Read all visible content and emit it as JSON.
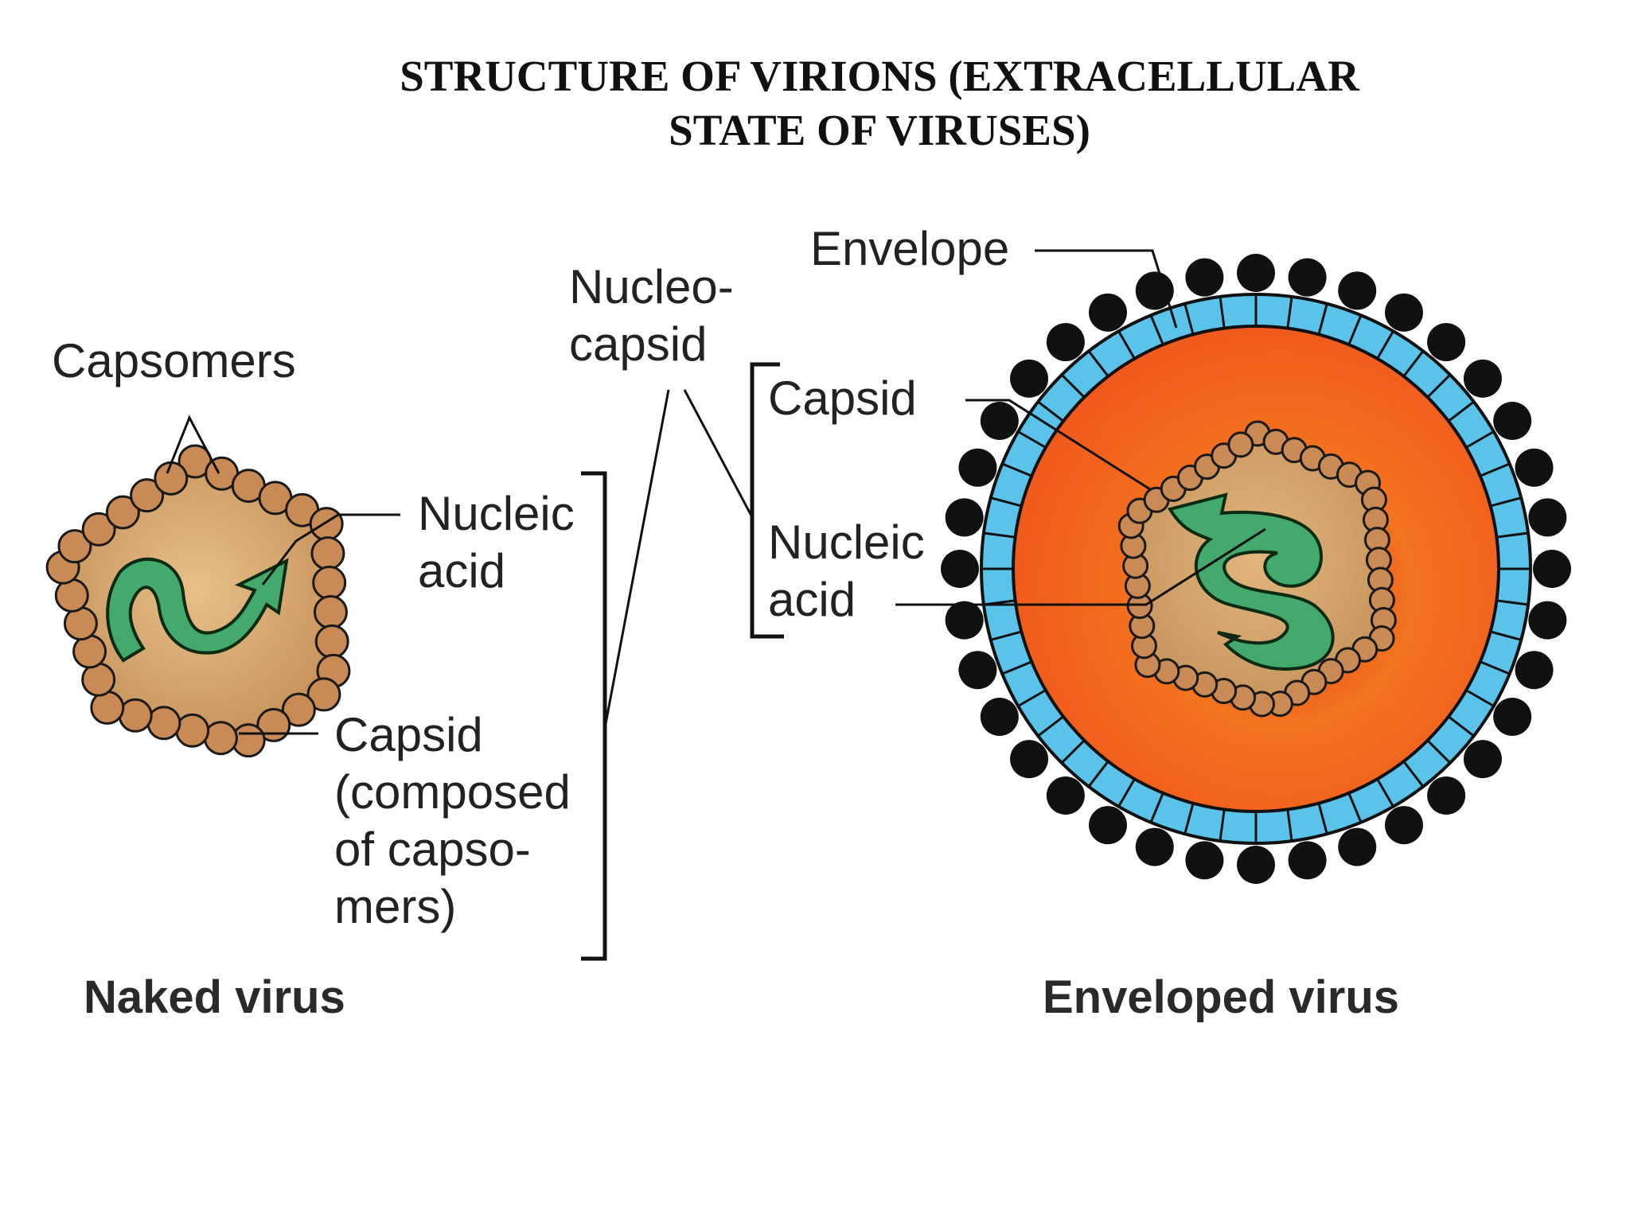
{
  "title": {
    "line1": "STRUCTURE OF VIRIONS (EXTRACELLULAR",
    "line2": "STATE OF VIRUSES)"
  },
  "naked_virus": {
    "caption": "Naked virus",
    "labels": {
      "capsomers": "Capsomers",
      "nucleic_acid": "Nucleic\nacid",
      "capsid": "Capsid\n(composed\nof capso-\nmers)"
    }
  },
  "nucleocapsid_label": "Nucleo-\ncapsid",
  "enveloped_virus": {
    "caption": "Enveloped virus",
    "labels": {
      "envelope": "Envelope",
      "capsid": "Capsid",
      "nucleic_acid": "Nucleic\nacid"
    }
  },
  "colors": {
    "capsomer": "#c98a55",
    "capsid_interior": "#d9a86c",
    "nucleic_acid": "#3fa86a",
    "envelope": "#5bc3ea",
    "envelope_interior": "#f06a1e",
    "spike": "#111111"
  }
}
